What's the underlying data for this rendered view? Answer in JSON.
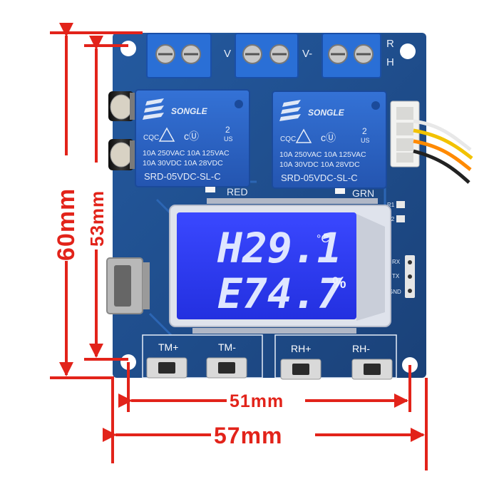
{
  "dimensions": {
    "height_outer": "60mm",
    "height_inner": "53mm",
    "width_inner": "51mm",
    "width_outer": "57mm"
  },
  "relays": {
    "brand": "SONGLE",
    "rating_line1": "10A 250VAC  10A 125VAC",
    "rating_line2": "10A  30VDC  10A  28VDC",
    "model": "SRD-05VDC-SL-C",
    "cert": "CQC",
    "ul_number": "2",
    "ul_us": "US",
    "left_led_label": "RED",
    "right_led_label": "GRN"
  },
  "terminals": {
    "label_v_plus": "V",
    "label_v_minus": "V-",
    "label_r": "R",
    "label_h": "H"
  },
  "display": {
    "line1": "H29.1",
    "unit1": "°C",
    "line2": "E74.7",
    "unit2": "%"
  },
  "buttons": {
    "tm_plus": "TM+",
    "tm_minus": "TM-",
    "rh_plus": "RH+",
    "rh_minus": "RH-"
  },
  "pins": {
    "rx": "RX",
    "tx": "TX",
    "gnd": "GND",
    "r1": "R1",
    "r2": "R2"
  },
  "colors": {
    "pcb": "#1f4e8c",
    "relay": "#2b63c7",
    "terminal": "#2a6fd6",
    "lcd": "#2f3dff",
    "dimension": "#e2231a"
  }
}
